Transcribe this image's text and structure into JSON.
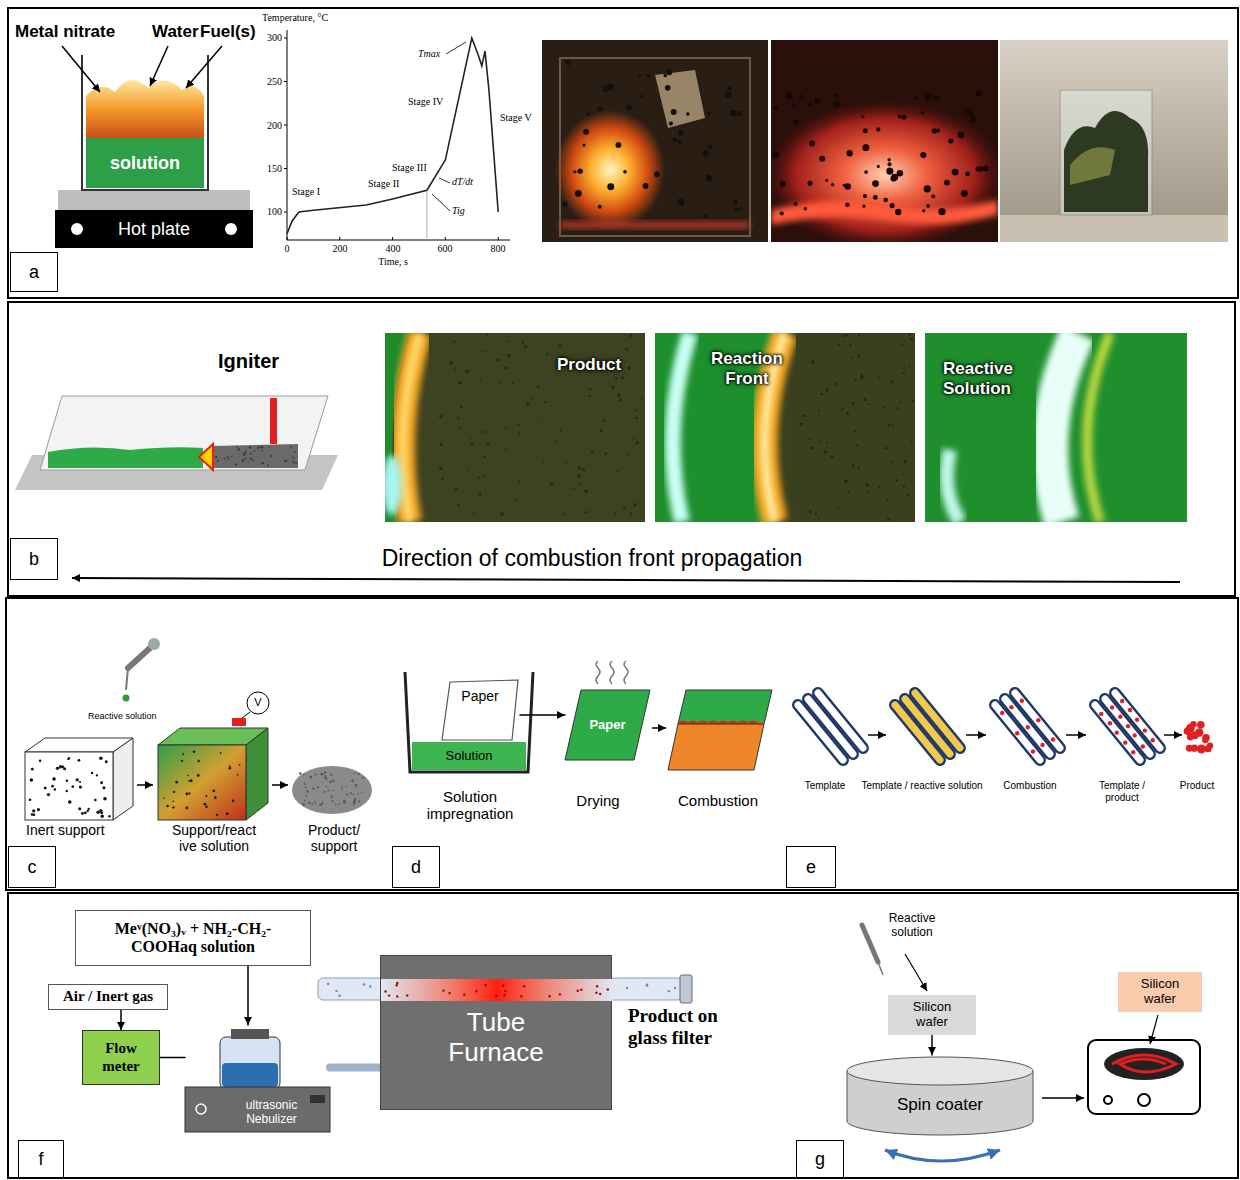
{
  "diagram": {
    "nodes": [
      {
        "text": [
          "solution"
        ]
      },
      {
        "text": [
          "Hot plate"
        ]
      },
      {
        "text": [
          "a"
        ]
      },
      {
        "text": [
          "Product"
        ]
      },
      {
        "text": [
          "Reaction Front"
        ]
      },
      {
        "text": [
          "Reactive Solution"
        ]
      },
      {
        "text": [
          "b"
        ]
      },
      {
        "text": [
          "c"
        ]
      },
      {
        "text": [
          "Solution"
        ]
      },
      {
        "text": [
          "Paper"
        ]
      },
      {
        "text": [
          "Paper"
        ]
      },
      {
        "text": [
          "d"
        ]
      },
      {
        "text": [
          "e"
        ]
      },
      {
        "text": [
          "Meᵛ(NO₃)ᵥ + NH₂-CH₂-COOHaq solution"
        ]
      },
      {
        "text": [
          "Air / Inert gas"
        ]
      },
      {
        "text": [
          "Flow meter"
        ]
      },
      {
        "text": [
          "ultrasonic Nebulizer"
        ]
      },
      {
        "text": [
          "Tube Furnace"
        ]
      },
      {
        "text": [
          "f"
        ]
      },
      {
        "text": [
          "Silicon wafer"
        ]
      },
      {
        "text": [
          "Spin coater"
        ]
      },
      {
        "text": [
          "Silicon wafer"
        ]
      },
      {
        "text": [
          "g"
        ]
      }
    ],
    "edges": [
      {
        "from": 9,
        "to": 10,
        "arrow": "to"
      },
      {
        "from": 14,
        "to": 15,
        "arrow": "to"
      },
      {
        "from": 15,
        "to": 16,
        "arrow": "none"
      },
      {
        "from": 13,
        "to": 16,
        "arrow": "to"
      },
      {
        "from": 16,
        "to": 17,
        "arrow": "none"
      },
      {
        "from": 19,
        "to": 20,
        "arrow": "to"
      }
    ],
    "labels": [
      "Metal nitrate",
      "Water",
      "Fuel(s)",
      "Temperature, °C",
      "300",
      "250",
      "200",
      "150",
      "100",
      "0",
      "200",
      "400",
      "600",
      "800",
      "Time, s",
      "Tmax",
      "Stage IV",
      "Stage V",
      "Stage III",
      "dT/dt",
      "Stage I",
      "Stage II",
      "Tig",
      "Igniter",
      "Direction of combustion front propagation",
      "Reactive solution",
      "V",
      "Inert support",
      "Support/react ive solution",
      "Product/ support",
      "Solution impregnation",
      "Drying",
      "Combustion",
      "Template",
      "Template / reactive solution",
      "Combustion",
      "Template / product",
      "Product",
      "Product on glass filter",
      "Reactive solution"
    ]
  }
}
